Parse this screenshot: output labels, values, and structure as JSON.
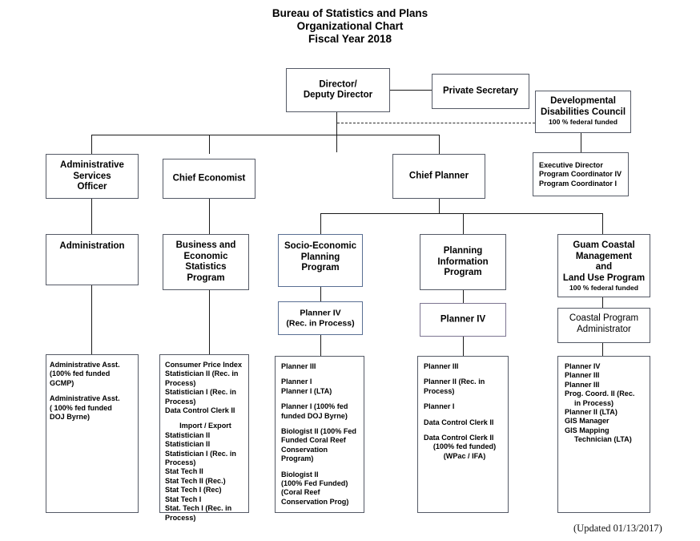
{
  "title": {
    "line1": "Bureau of Statistics and Plans",
    "line2": "Organizational Chart",
    "line3": "Fiscal Year 2018"
  },
  "footer": "(Updated 01/13/2017)",
  "nodes": {
    "director": {
      "line1": "Director/",
      "line2": "Deputy Director"
    },
    "private_secretary": {
      "line1": "Private Secretary"
    },
    "ddc": {
      "line1": "Developmental",
      "line2": "Disabilities Council",
      "sub": "100 % federal funded"
    },
    "ddc_staff": {
      "l1": "Executive Director",
      "l2": "Program Coordinator IV",
      "l3": "Program Coordinator I"
    },
    "aso": {
      "line1": "Administrative",
      "line2": "Services",
      "line3": "Officer"
    },
    "chief_economist": {
      "line1": "Chief Economist"
    },
    "chief_planner": {
      "line1": "Chief Planner"
    },
    "administration": {
      "line1": "Administration"
    },
    "besp": {
      "line1": "Business and",
      "line2": "Economic",
      "line3": "Statistics",
      "line4": "Program"
    },
    "sepp": {
      "line1": "Socio-Economic",
      "line2": "Planning",
      "line3": "Program"
    },
    "pip": {
      "line1": "Planning",
      "line2": "Information",
      "line3": "Program"
    },
    "gcmp": {
      "line1": "Guam Coastal",
      "line2": "Management",
      "line3": "and",
      "line4": "Land Use Program",
      "sub": "100 % federal funded"
    },
    "planner_iv_sepp": {
      "line1": "Planner IV",
      "line2": "(Rec. in Process)"
    },
    "planner_iv_pip": {
      "line1": "Planner IV"
    },
    "coastal_admin": {
      "line1": "Coastal Program",
      "line2": "Administrator"
    }
  },
  "staff_lists": {
    "administration": [
      "Administrative Asst.",
      "(100% fed funded",
      "GCMP)",
      "",
      "Administrative Asst.",
      "( 100% fed funded",
      "DOJ Byrne)"
    ],
    "besp": [
      "Consumer Price Index",
      "Statistician II (Rec. in",
      "Process)",
      "Statistician I (Rec. in",
      "Process)",
      "Data Control Clerk II",
      "",
      "Import / Export",
      "Statistician II",
      "Statistician II",
      "Statistician I (Rec. in",
      "Process)",
      "Stat Tech II",
      "Stat Tech II (Rec.)",
      "Stat Tech I (Rec)",
      "Stat Tech I",
      "Stat. Tech I (Rec. in",
      "Process)"
    ],
    "sepp": [
      "Planner III",
      "",
      "Planner I",
      "Planner I (LTA)",
      "",
      "Planner I  (100% fed",
      "funded DOJ Byrne)",
      "",
      "Biologist II (100% Fed",
      "Funded Coral Reef",
      "Conservation",
      "Program)",
      "",
      "Biologist II",
      "(100% Fed Funded)",
      "(Coral Reef",
      "Conservation Prog)"
    ],
    "pip": [
      "Planner III",
      "",
      "Planner II (Rec. in",
      "Process)",
      "",
      "Planner I",
      "",
      "Data Control Clerk II",
      "",
      "Data Control Clerk II",
      "(100% fed funded)",
      "(WPac / IFA)"
    ],
    "gcmp": [
      "Planner IV",
      "Planner III",
      "Planner III",
      "Prog. Coord. II (Rec.",
      "in Process)",
      "Planner II (LTA)",
      "GIS Manager",
      "GIS Mapping",
      "Technician (LTA)"
    ]
  },
  "colors": {
    "box_border": "#555a66",
    "line": "#1a1a1a",
    "sepp_border": "#5a6f93",
    "text": "#000000"
  }
}
